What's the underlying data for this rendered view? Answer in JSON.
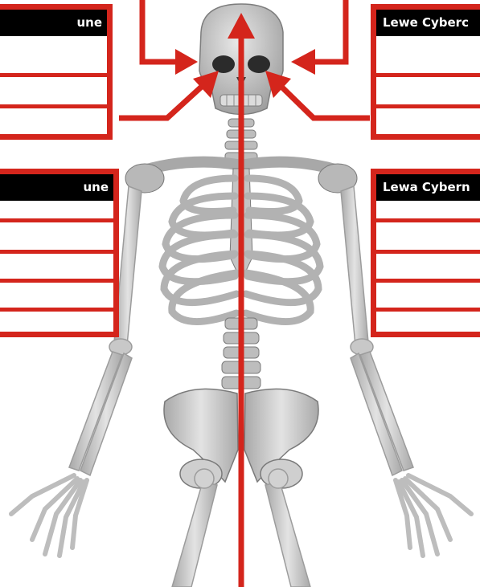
{
  "panels": {
    "head_left": {
      "title": "une"
    },
    "head_right": {
      "title": "Lewe Cyberc"
    },
    "arm_left": {
      "title": "une"
    },
    "arm_right": {
      "title": "Lewa Cybern"
    }
  },
  "colors": {
    "accent": "#d4251c",
    "header_bg": "#000000",
    "header_text": "#ffffff",
    "bone": "#c9c9c9",
    "background": "#ffffff"
  },
  "icons": {
    "figure": "skeleton-icon",
    "arrow": "arrow-icon"
  }
}
